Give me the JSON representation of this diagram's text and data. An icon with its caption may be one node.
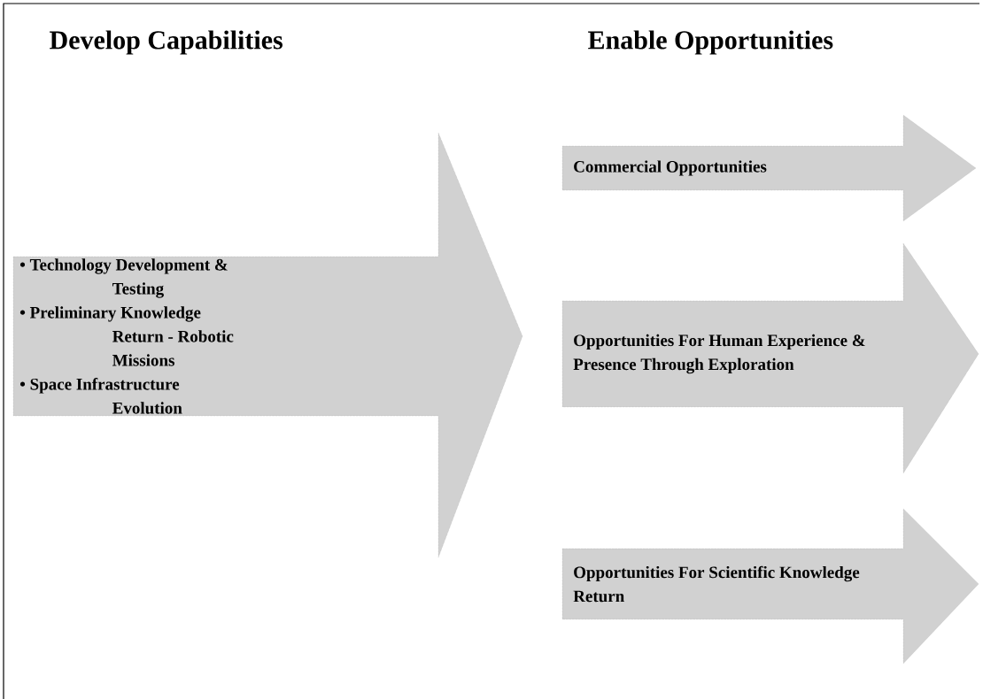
{
  "diagram": {
    "nodes": [
      {
        "text": [
          "• Technology Development & Testing",
          "• Preliminary Knowledge Return - Robotic Missions",
          "• Space Infrastructure Evolution"
        ]
      },
      {
        "text": [
          "Commercial Opportunities"
        ]
      },
      {
        "text": [
          "Opportunities For Human Experience & Presence Through Exploration"
        ]
      },
      {
        "text": [
          "Opportunities For Scientific Knowledge Return"
        ]
      }
    ],
    "labels": [
      "Develop Capabilities",
      "Enable Opportunities"
    ]
  }
}
